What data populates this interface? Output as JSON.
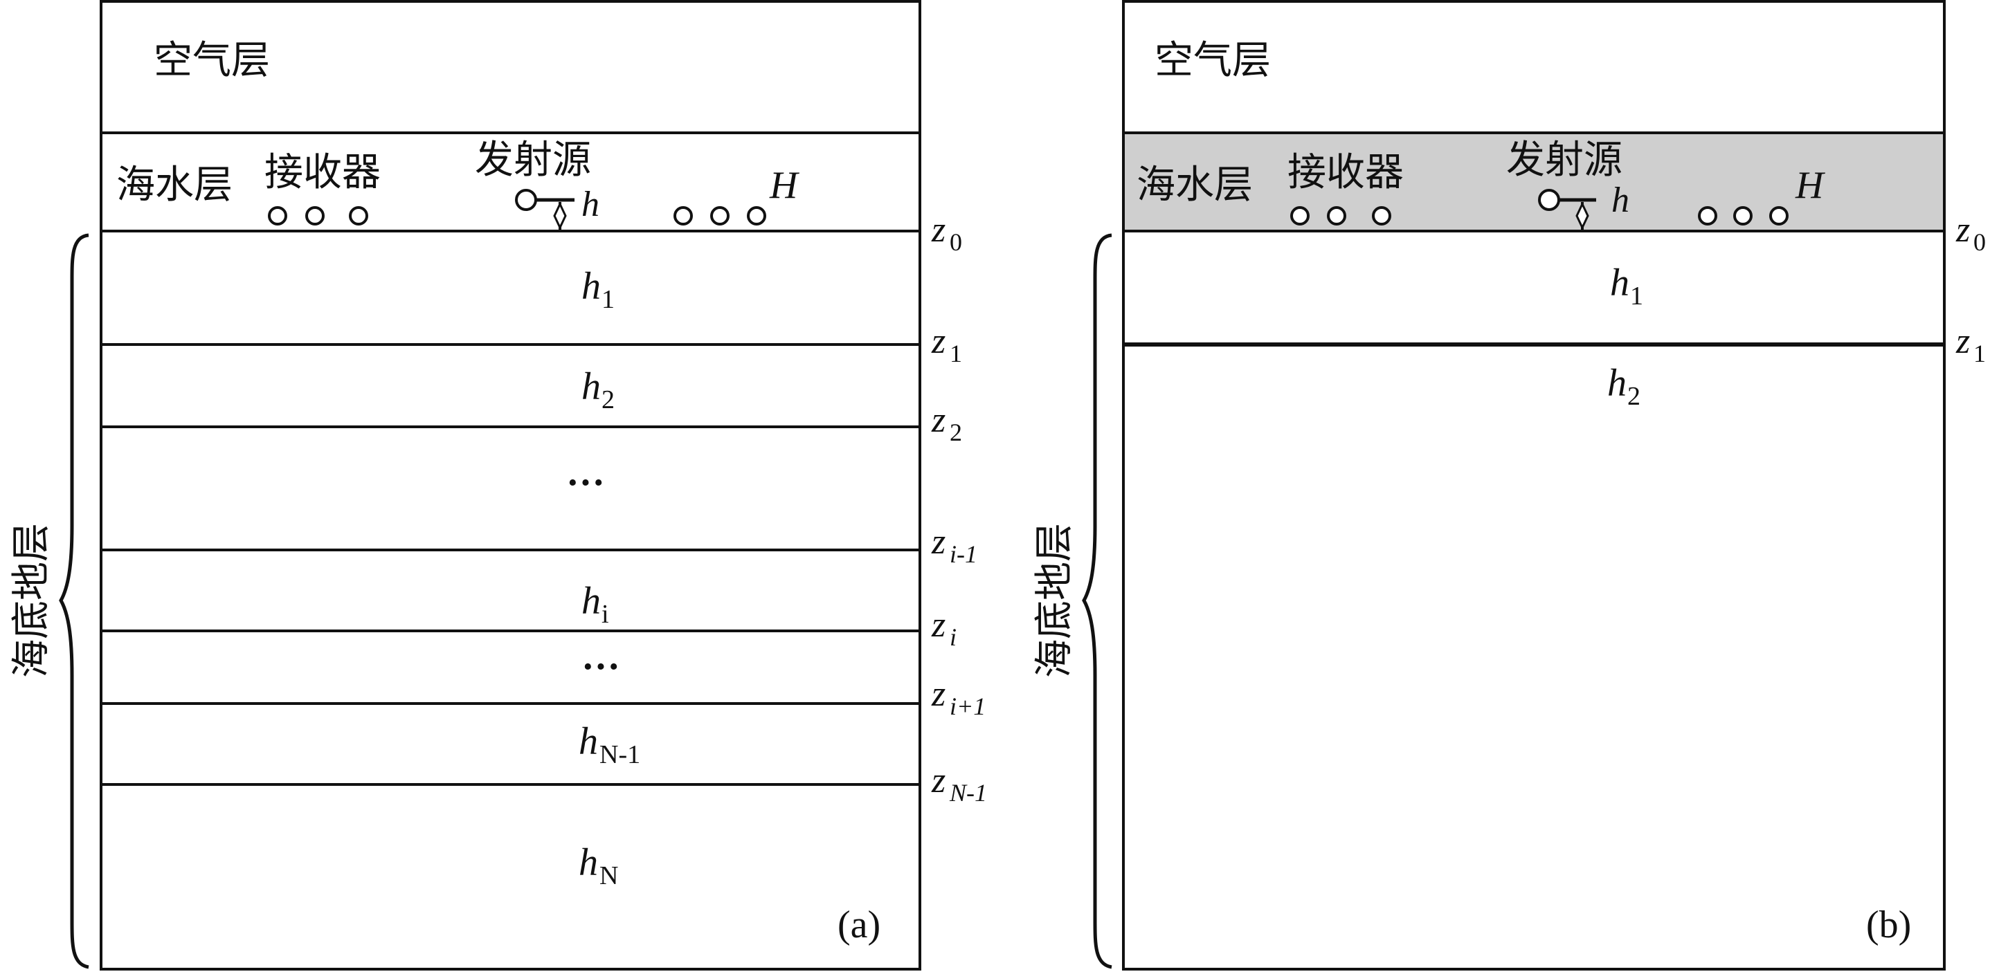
{
  "colors": {
    "line": "#111111",
    "background": "#ffffff",
    "seawater_fill_b": "#cfcfcf"
  },
  "panel_a": {
    "air_label": "空气层",
    "sea_label": "海水层",
    "receiver_label": "接收器",
    "source_label": "发射源",
    "h_label": "h",
    "H_label": "H",
    "seabed_label": "海底地层",
    "panel_label": "(a)",
    "layers": [
      {
        "h": "h",
        "sub": "1"
      },
      {
        "h": "h",
        "sub": "2"
      },
      {
        "dots": "···"
      },
      {
        "h": "h",
        "sub": "i"
      },
      {
        "dots": "···"
      },
      {
        "h": "h",
        "sub": "N-1"
      },
      {
        "h": "h",
        "sub": "N"
      }
    ],
    "boundaries": [
      {
        "z": "z",
        "sub": "0"
      },
      {
        "z": "z",
        "sub": "1"
      },
      {
        "z": "z",
        "sub": "2"
      },
      {
        "z": "z",
        "sub": "i-1"
      },
      {
        "z": "z",
        "sub": "i"
      },
      {
        "z": "z",
        "sub": "i+1"
      },
      {
        "z": "z",
        "sub": "N-1"
      }
    ]
  },
  "panel_b": {
    "air_label": "空气层",
    "sea_label": "海水层",
    "receiver_label": "接收器",
    "source_label": "发射源",
    "h_label": "h",
    "H_label": "H",
    "seabed_label": "海底地层",
    "panel_label": "(b)",
    "layers": [
      {
        "h": "h",
        "sub": "1"
      },
      {
        "h": "h",
        "sub": "2"
      }
    ],
    "boundaries": [
      {
        "z": "z",
        "sub": "0"
      },
      {
        "z": "z",
        "sub": "1"
      }
    ]
  }
}
